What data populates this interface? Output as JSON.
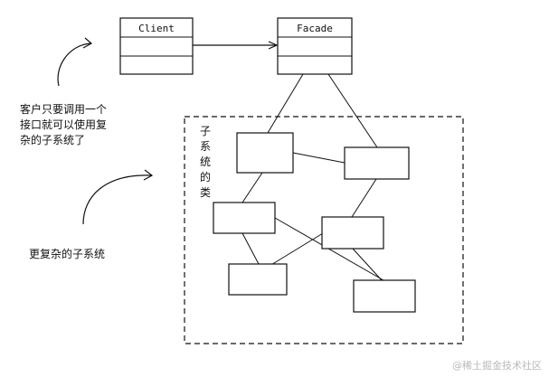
{
  "client_class": {
    "name": "Client"
  },
  "facade_class": {
    "name": "Facade"
  },
  "note_client": {
    "line1": "客户只要调用一个",
    "line2": "接口就可以使用复",
    "line3": "杂的子系统了"
  },
  "note_complex": "更复杂的子系统",
  "subsystem_label": "子系统的类",
  "watermark": "@稀土掘金技术社区"
}
